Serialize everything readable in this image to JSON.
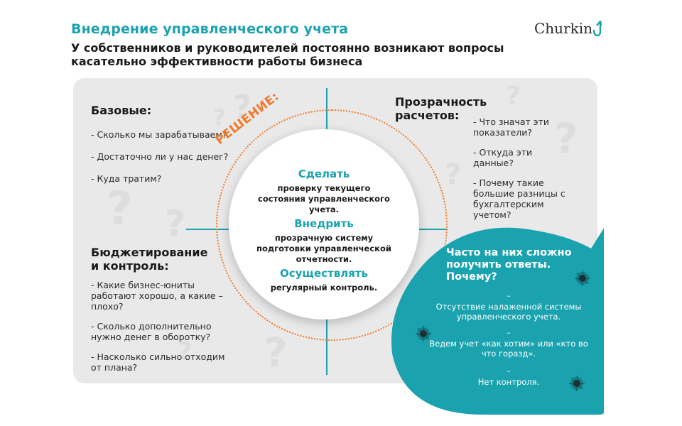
{
  "header": {
    "title": "Внедрение управленческого учета",
    "subtitle": "У собственников и руководителей постоянно возникают вопросы касательно эффективности работы бизнеса",
    "logo_text": "Churkin"
  },
  "quadrants": {
    "basic": {
      "heading": "Базовые:",
      "items": [
        "- Сколько мы зарабатываем?",
        "- Достаточно ли у нас денег?",
        "- Куда тратим?"
      ]
    },
    "transparency": {
      "heading": "Прозрачность расчетов:",
      "items": [
        "- Что значат эти показатели?",
        "- Откуда эти данные?",
        "- Почему такие большие разницы с бухгалтерским учетом?"
      ]
    },
    "budget": {
      "heading": "Бюджетирование и контроль:",
      "items": [
        "- Какие бизнес-юниты работают хорошо, а какие – плохо?",
        "- Сколько дополнительно нужно денег в оборотку?",
        "- Насколько сильно отходим от плана?"
      ]
    }
  },
  "solution": {
    "label": "РЕШЕНИЕ:",
    "steps": [
      {
        "verb": "Сделать",
        "text": "проверку текущего состояния управленческого учета."
      },
      {
        "verb": "Внедрить",
        "text": "прозрачную систему подготовки управленческой отчетности."
      },
      {
        "verb": "Осуществлять",
        "text": "регулярный контроль."
      }
    ]
  },
  "problems": {
    "heading": "Часто на них сложно получить ответы. Почему?",
    "dash": "–",
    "items": [
      "Отсутствие налаженной системы управленческого учета.",
      "Ведем учет «как хотим» или «кто во что горазд».",
      "Нет контроля."
    ]
  },
  "colors": {
    "accent": "#1aa3ae",
    "orange": "#f07a2a",
    "panel": "#e9e9e9"
  }
}
